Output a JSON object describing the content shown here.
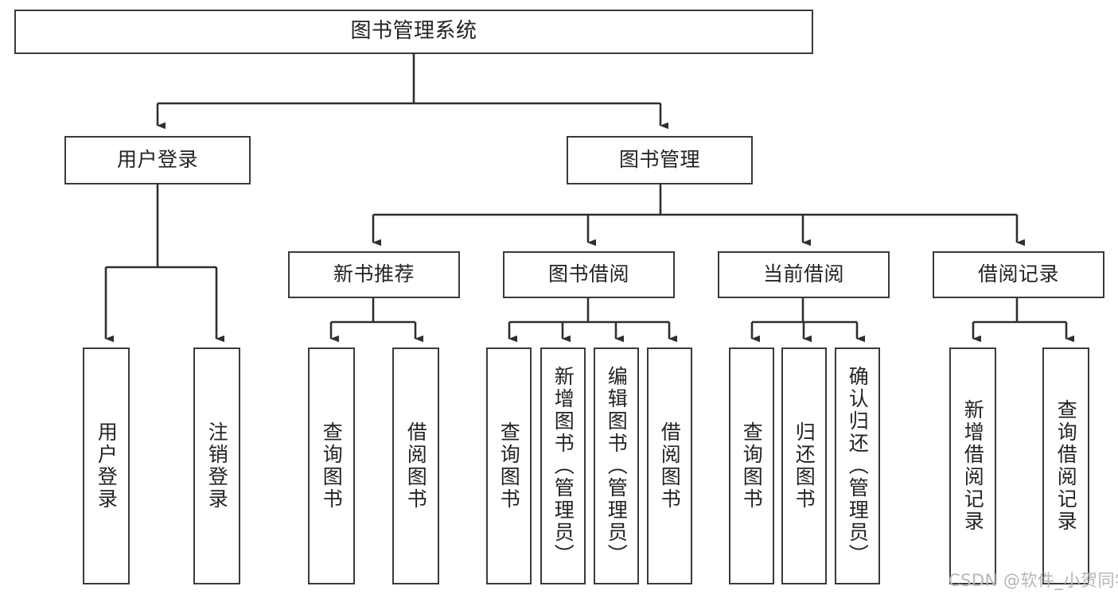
{
  "diagram": {
    "type": "tree",
    "title": "图书管理系统",
    "style": {
      "box_border": "#3a3a3a",
      "line": "#2f2f2f",
      "background": "#ffffff",
      "text": "#232323"
    },
    "root": {
      "label": "图书管理系统"
    },
    "level2": [
      {
        "label": "用户登录"
      },
      {
        "label": "图书管理"
      }
    ],
    "level3": [
      {
        "label": "新书推荐"
      },
      {
        "label": "图书借阅"
      },
      {
        "label": "当前借阅"
      },
      {
        "label": "借阅记录"
      }
    ],
    "leaves": {
      "user_login": [
        {
          "label": "用户登录"
        },
        {
          "label": "注销登录"
        }
      ],
      "new_book_recommend": [
        {
          "label": "查询图书"
        },
        {
          "label": "借阅图书"
        }
      ],
      "book_borrow": [
        {
          "label": "查询图书"
        },
        {
          "label": "新增图书（管理员）"
        },
        {
          "label": "编辑图书（管理员）"
        },
        {
          "label": "借阅图书"
        }
      ],
      "current_borrow": [
        {
          "label": "查询图书"
        },
        {
          "label": "归还图书"
        },
        {
          "label": "确认归还（管理员）"
        }
      ],
      "borrow_record": [
        {
          "label": "新增借阅记录"
        },
        {
          "label": "查询借阅记录"
        }
      ]
    }
  },
  "watermark": {
    "text": "CSDN @软件_小贺同学"
  }
}
